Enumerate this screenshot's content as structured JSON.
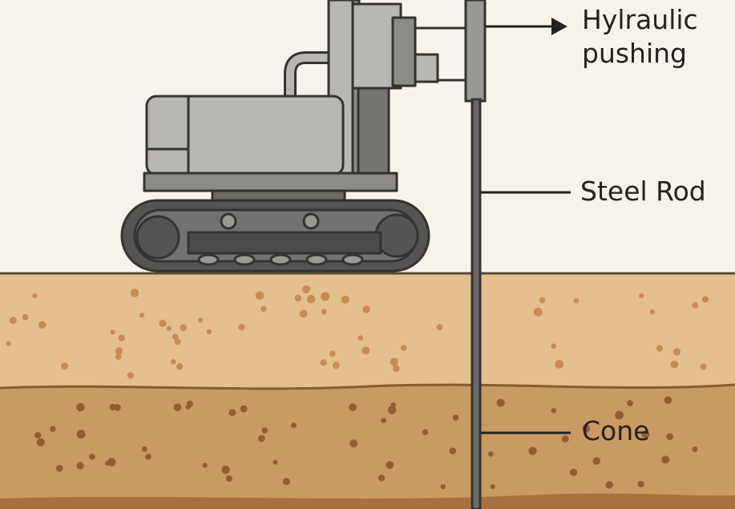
{
  "labels": {
    "hydraulic": [
      "Hylraulic",
      "pushing"
    ],
    "rod": "Steel Rod",
    "cone": "Cone"
  },
  "colors": {
    "sky": "#f8f3ea",
    "soil_top": "#e4c08e",
    "soil_bottom": "#c99a63",
    "soil_bottom_edge": "#a8703f",
    "machine_light": "#b9b7b2",
    "machine_mid": "#8c8a86",
    "machine_dark": "#4a4a48",
    "outline": "#333333"
  }
}
